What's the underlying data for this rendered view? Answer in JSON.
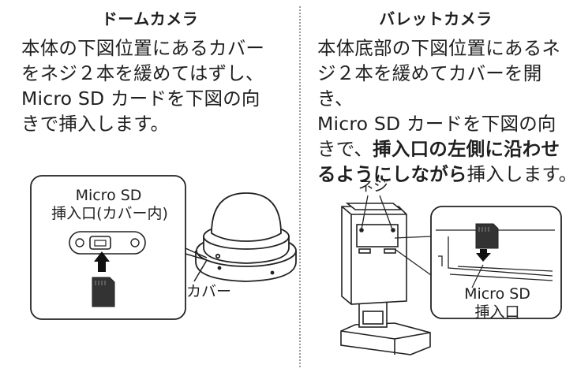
{
  "left": {
    "heading": "ドームカメラ",
    "lines": [
      "本体の下図位置にあるカバー",
      "をネジ２本を緩めてはずし、",
      "Micro SD カードを下図の向",
      "きで挿入します。"
    ],
    "callout_line1": "Micro SD",
    "callout_line2": "挿入口(カバー内)",
    "cover_label": "カバー"
  },
  "right": {
    "heading": "バレットカメラ",
    "lines": [
      "本体底部の下図位置にあるネ",
      "ジ２本を緩めてカバーを開き、",
      "Micro SD カードを下図の向"
    ],
    "line4_prefix": "きで、",
    "line4_bold": "挿入口の左側に沿わせ",
    "line5_bold": "るようにしながら",
    "line5_suffix": "挿入します。",
    "screw_label": "ネジ",
    "slot_line1": "Micro SD",
    "slot_line2": "挿入口"
  }
}
